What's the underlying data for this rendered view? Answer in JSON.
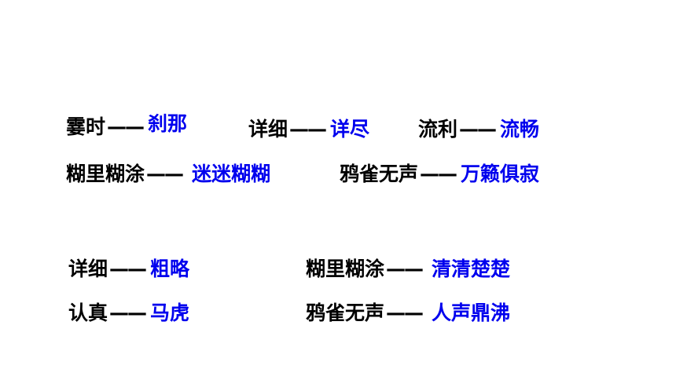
{
  "synonyms": {
    "pairs": [
      {
        "term": "霎时",
        "dash": "——",
        "answer": "刹那"
      },
      {
        "term": "详细",
        "dash": "——",
        "answer": "详尽"
      },
      {
        "term": "流利",
        "dash": "——",
        "answer": "流畅"
      },
      {
        "term": "糊里糊涂",
        "dash": "——",
        "answer": "迷迷糊糊"
      },
      {
        "term": "鸦雀无声",
        "dash": "——",
        "answer": "万籁俱寂"
      }
    ]
  },
  "antonyms": {
    "pairs": [
      {
        "term": "详细",
        "dash": "——",
        "answer": "粗略"
      },
      {
        "term": "糊里糊涂",
        "dash": "——",
        "answer": "清清楚楚"
      },
      {
        "term": "认真",
        "dash": "——",
        "answer": "马虎"
      },
      {
        "term": "鸦雀无声",
        "dash": "——",
        "answer": "人声鼎沸"
      }
    ]
  },
  "colors": {
    "term": "#000000",
    "answer": "#0000ee",
    "background": "#ffffff"
  }
}
